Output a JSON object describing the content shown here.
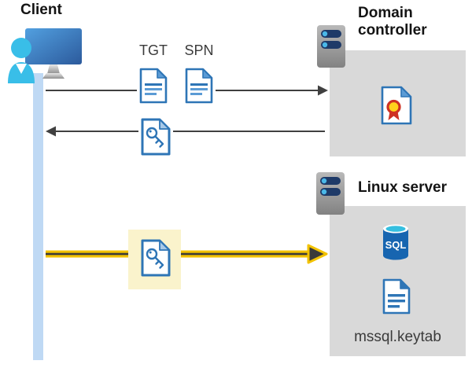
{
  "labels": {
    "client": "Client",
    "domain_controller": "Domain controller",
    "linux_server": "Linux server",
    "tgt": "TGT",
    "spn": "SPN",
    "keytab_file": "mssql.keytab",
    "sql_database": "SQL"
  },
  "icons": {
    "client": "client-user-computer-icon",
    "domain_controller": "server-icon",
    "linux_server": "server-icon",
    "tgt_ticket": "document-icon",
    "spn_ticket": "document-icon",
    "service_ticket_return": "key-document-icon",
    "service_ticket_request": "key-document-icon",
    "certificate": "certificate-document-icon",
    "sql": "sql-database-icon",
    "keytab_document": "document-icon"
  },
  "colors": {
    "doc-blue": "#2E75B6",
    "doc-fold": "#5B9BD5",
    "arrow-gray": "#404040",
    "box-gray": "#D9D9D9",
    "timeline-blue": "#BFD9F4",
    "highlight-yellow": "#FAF3CC",
    "arrow-yellow": "#F2C200",
    "arrow-dark": "#3A3A3A",
    "label-dark": "#141414",
    "sublabel-gray": "#3B3B3B",
    "server-bar-navy": "#1E3A68",
    "server-dot-blue": "#4AB8E8",
    "person-cyan": "#39BEE8",
    "cert-red": "#CE3123",
    "cert-yellow": "#FFD21C",
    "sql-blue": "#1765B0",
    "sql-top-cyan": "#35BFE0"
  }
}
